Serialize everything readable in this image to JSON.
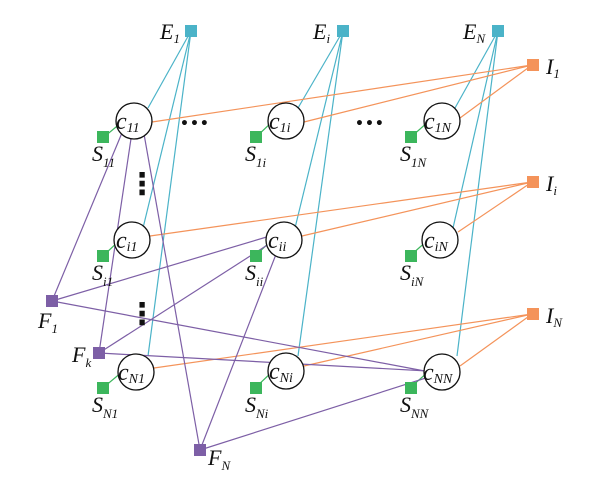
{
  "colors": {
    "E": "#4bb3c8",
    "I": "#f4935a",
    "S": "#3cb65c",
    "F": "#7d5fa6",
    "ink": "#111111"
  },
  "labels": {
    "c11": {
      "main": "c",
      "sub": "11"
    },
    "c1i": {
      "main": "c",
      "sub": "1i"
    },
    "c1N": {
      "main": "c",
      "sub": "1N"
    },
    "ci1": {
      "main": "c",
      "sub": "i1"
    },
    "cii": {
      "main": "c",
      "sub": "ii"
    },
    "ciN": {
      "main": "c",
      "sub": "iN"
    },
    "cN1": {
      "main": "c",
      "sub": "N1"
    },
    "cNi": {
      "main": "c",
      "sub": "Ni"
    },
    "cNN": {
      "main": "c",
      "sub": "NN"
    },
    "E1": {
      "main": "E",
      "sub": "1"
    },
    "Ei": {
      "main": "E",
      "sub": "i"
    },
    "EN": {
      "main": "E",
      "sub": "N"
    },
    "I1": {
      "main": "I",
      "sub": "1"
    },
    "Ii": {
      "main": "I",
      "sub": "i"
    },
    "IN": {
      "main": "I",
      "sub": "N"
    },
    "S11": {
      "main": "S",
      "sub": "11"
    },
    "S1i": {
      "main": "S",
      "sub": "1i"
    },
    "S1N": {
      "main": "S",
      "sub": "1N"
    },
    "Si1": {
      "main": "S",
      "sub": "i1"
    },
    "Sii": {
      "main": "S",
      "sub": "ii"
    },
    "SiN": {
      "main": "S",
      "sub": "iN"
    },
    "SN1": {
      "main": "S",
      "sub": "N1"
    },
    "SNi": {
      "main": "S",
      "sub": "Ni"
    },
    "SNN": {
      "main": "S",
      "sub": "NN"
    },
    "F1": {
      "main": "F",
      "sub": "1"
    },
    "Fk": {
      "main": "F",
      "sub": "k"
    },
    "FN": {
      "main": "F",
      "sub": "N"
    }
  },
  "ellipsis": {
    "row_top_a": "•••",
    "row_top_b": "•••",
    "col_left_a": "⋮",
    "col_left_b": "⋮"
  }
}
